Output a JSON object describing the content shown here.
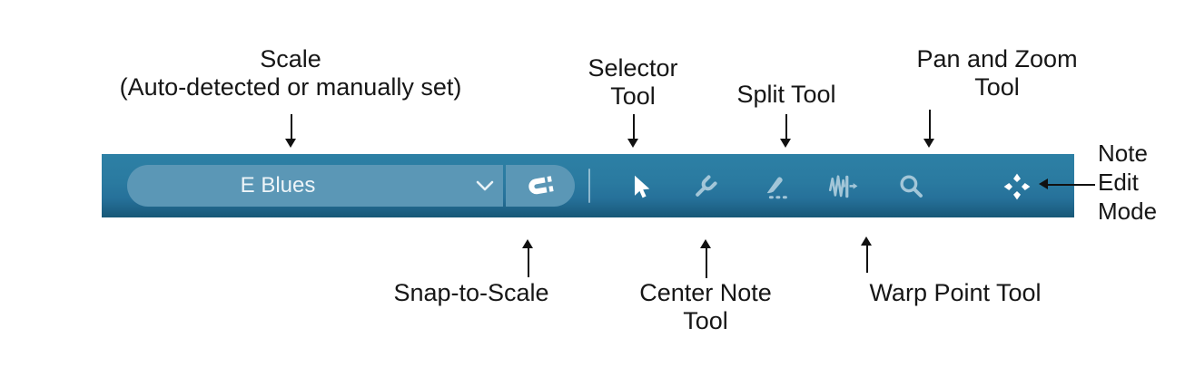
{
  "toolbar": {
    "scale_dropdown": {
      "value": "E Blues"
    },
    "tools": [
      {
        "id": "scale-dropdown",
        "icon": "chevron-down-icon"
      },
      {
        "id": "snap-to-scale",
        "icon": "magnet-icon"
      },
      {
        "id": "selector-tool",
        "icon": "cursor-icon"
      },
      {
        "id": "center-note-tool",
        "icon": "tuning-fork-icon"
      },
      {
        "id": "split-tool",
        "icon": "knife-dashed-icon"
      },
      {
        "id": "warp-point-tool",
        "icon": "waveform-arrow-icon"
      },
      {
        "id": "pan-zoom-tool",
        "icon": "magnifier-icon"
      },
      {
        "id": "note-edit-mode",
        "icon": "move-arrows-icon"
      }
    ]
  },
  "annotations": {
    "scale": {
      "line1": "Scale",
      "line2": "(Auto-detected or manually set)"
    },
    "selector": {
      "line1": "Selector",
      "line2": "Tool"
    },
    "split": {
      "label": "Split Tool"
    },
    "pan_zoom": {
      "line1": "Pan and Zoom",
      "line2": "Tool"
    },
    "note_edit": {
      "line1": "Note",
      "line2": "Edit",
      "line3": "Mode"
    },
    "snap": {
      "label": "Snap-to-Scale"
    },
    "center_note": {
      "line1": "Center Note",
      "line2": "Tool"
    },
    "warp": {
      "label": "Warp Point Tool"
    }
  },
  "colors": {
    "toolbar_top": "#2d80a5",
    "toolbar_bottom": "#175876",
    "pill": "#5b97b6",
    "icon_inactive": "#a3c6d8",
    "icon_active": "#ffffff",
    "annotation_text": "#161616"
  }
}
